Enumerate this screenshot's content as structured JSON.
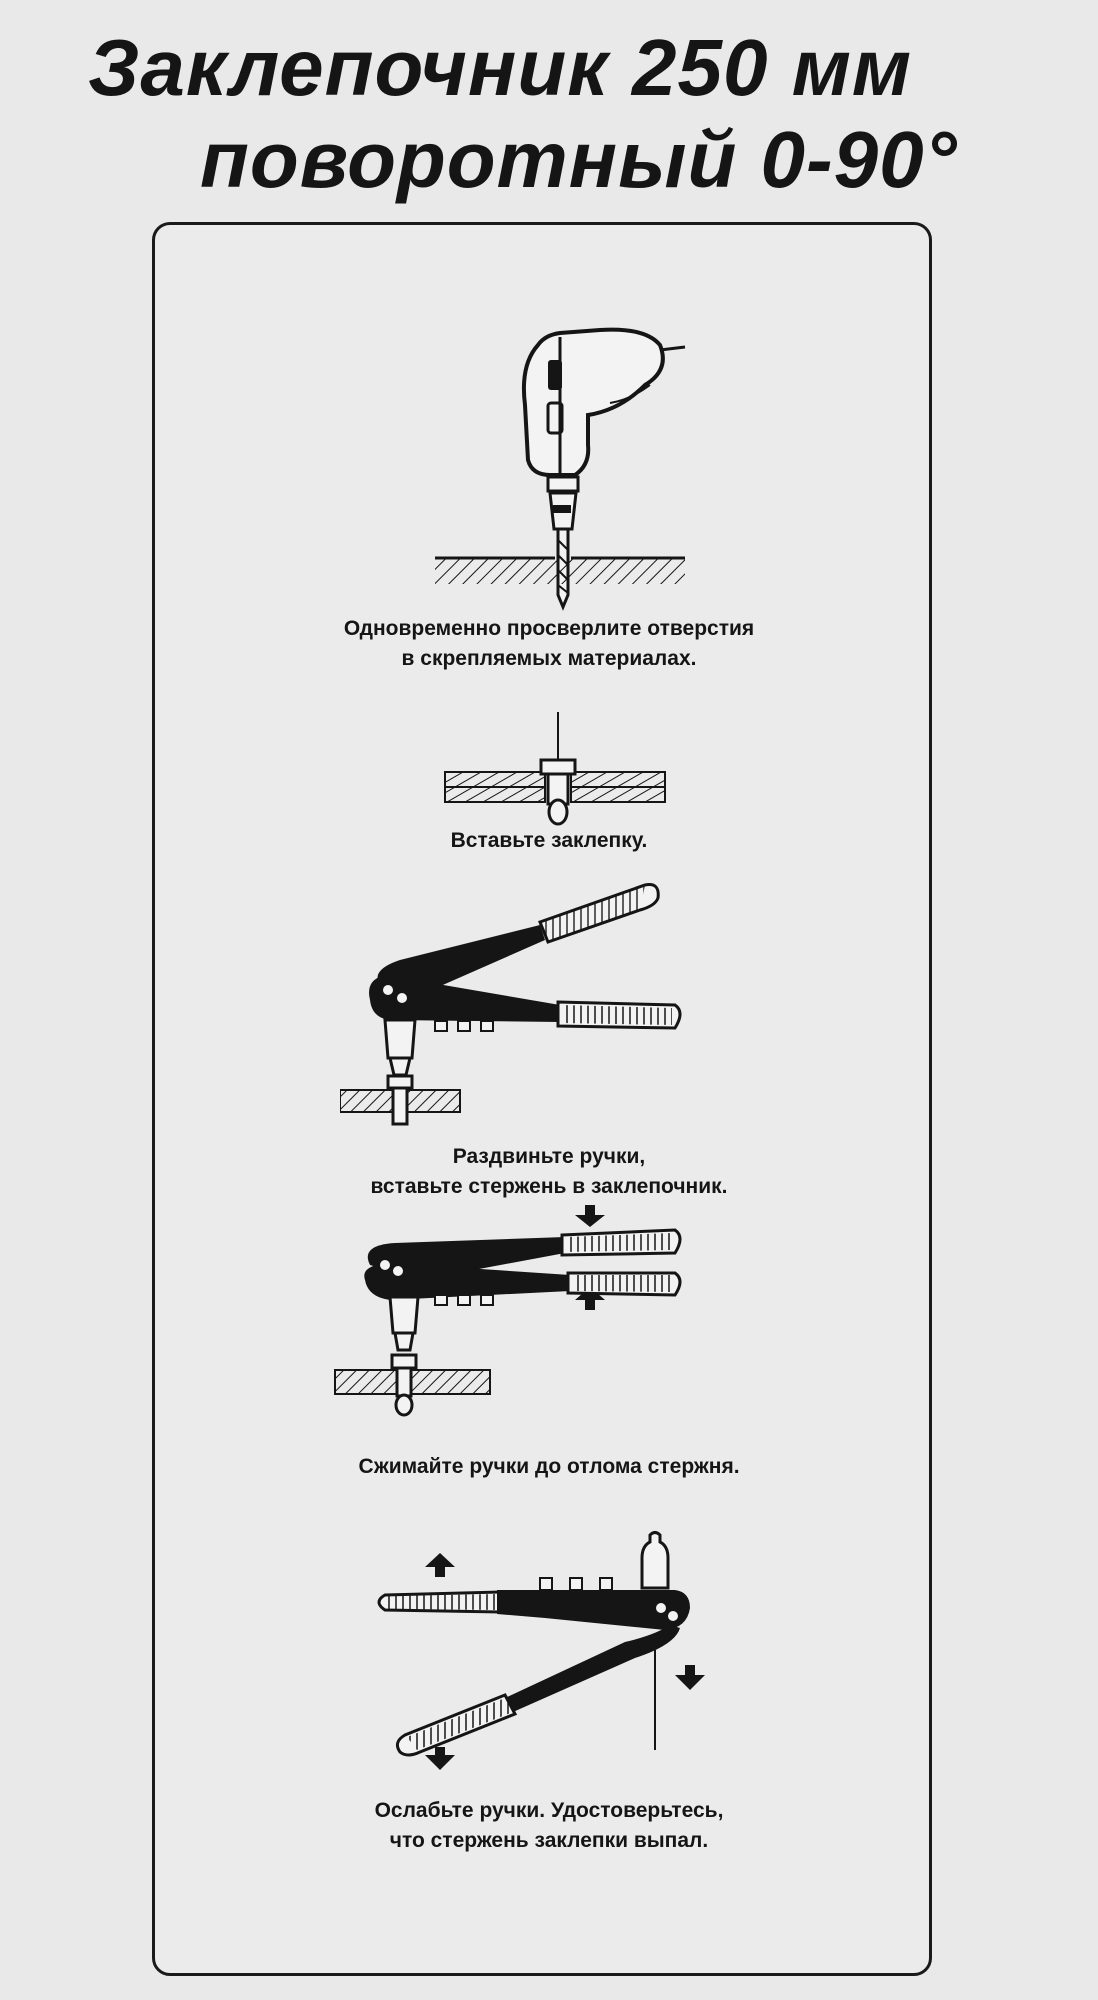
{
  "title": {
    "line1": "Заклепочник  250 мм",
    "line2": "поворотный 0-90°"
  },
  "steps": [
    {
      "icon": "drill-icon",
      "line1": "Одновременно просверлите отверстия",
      "line2": "в скрепляемых материалах."
    },
    {
      "icon": "rivet-insert-icon",
      "line1": "Вставьте заклепку.",
      "line2": ""
    },
    {
      "icon": "riveter-open-icon",
      "line1": "Раздвиньте ручки,",
      "line2": "вставьте стержень в заклепочник."
    },
    {
      "icon": "riveter-squeeze-icon",
      "line1": "Сжимайте ручки до отлома стержня.",
      "line2": ""
    },
    {
      "icon": "riveter-release-icon",
      "line1": "Ослабьте ручки. Удостоверьтесь,",
      "line2": "что стержень заклепки выпал."
    }
  ],
  "colors": {
    "background": "#e9e9e9",
    "ink": "#151515"
  }
}
